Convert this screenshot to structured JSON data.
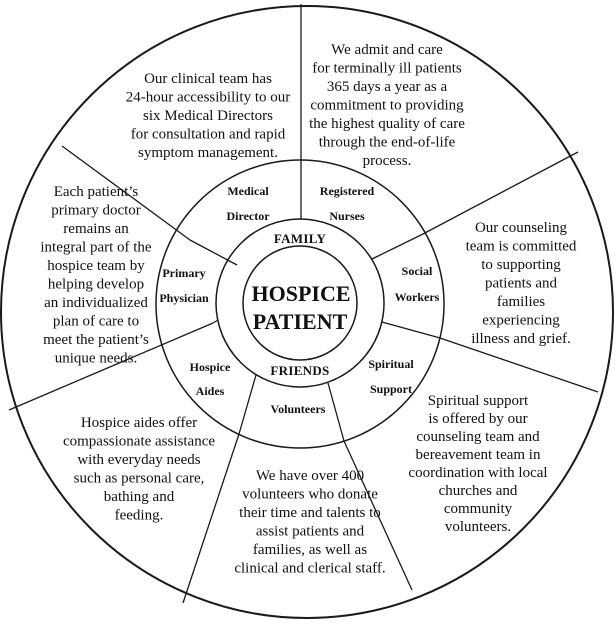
{
  "center": {
    "line1": "HOSPICE",
    "line2": "PATIENT"
  },
  "ring": {
    "top": "FAMILY",
    "bottom": "FRIENDS"
  },
  "roles": {
    "medical_director": [
      "Medical",
      "Director"
    ],
    "registered_nurses": [
      "Registered",
      "Nurses"
    ],
    "social_workers": [
      "Social",
      "Workers"
    ],
    "spiritual_support": [
      "Spiritual",
      "Support"
    ],
    "volunteers": [
      "Volunteers"
    ],
    "hospice_aides": [
      "Hospice",
      "Aides"
    ],
    "primary_physician": [
      "Primary",
      "Physician"
    ]
  },
  "descriptions": {
    "medical_director": [
      "Our clinical team has",
      "24-hour accessibility to our",
      "six Medical Directors",
      "for consultation and rapid",
      "symptom management."
    ],
    "registered_nurses": [
      "We admit and care",
      "for terminally ill patients",
      "365 days a year as a",
      "commitment to providing",
      "the highest quality of care",
      "through the end-of-life",
      "process."
    ],
    "social_workers": [
      "Our  counseling",
      "team is committed",
      "to supporting",
      "patients and",
      "families",
      "experiencing",
      "illness and grief."
    ],
    "spiritual_support": [
      "Spiritual support",
      "is offered by our",
      "counseling team and",
      "bereavement team in",
      "coordination with local",
      "churches and",
      "community",
      "volunteers."
    ],
    "volunteers": [
      "We have over 400",
      "volunteers who donate",
      "their time and talents to",
      "assist patients and",
      "families, as well as",
      "clinical and clerical staff."
    ],
    "hospice_aides": [
      "Hospice aides offer",
      "compassionate assistance",
      "with everyday needs",
      "such as personal care,",
      "bathing and",
      "feeding."
    ],
    "primary_physician": [
      "Each patient’s",
      "primary doctor",
      "remains an",
      "integral part of the",
      "hospice team by",
      "helping develop",
      "an individualized",
      "plan of care to",
      "meet the patient’s",
      "unique needs."
    ]
  }
}
